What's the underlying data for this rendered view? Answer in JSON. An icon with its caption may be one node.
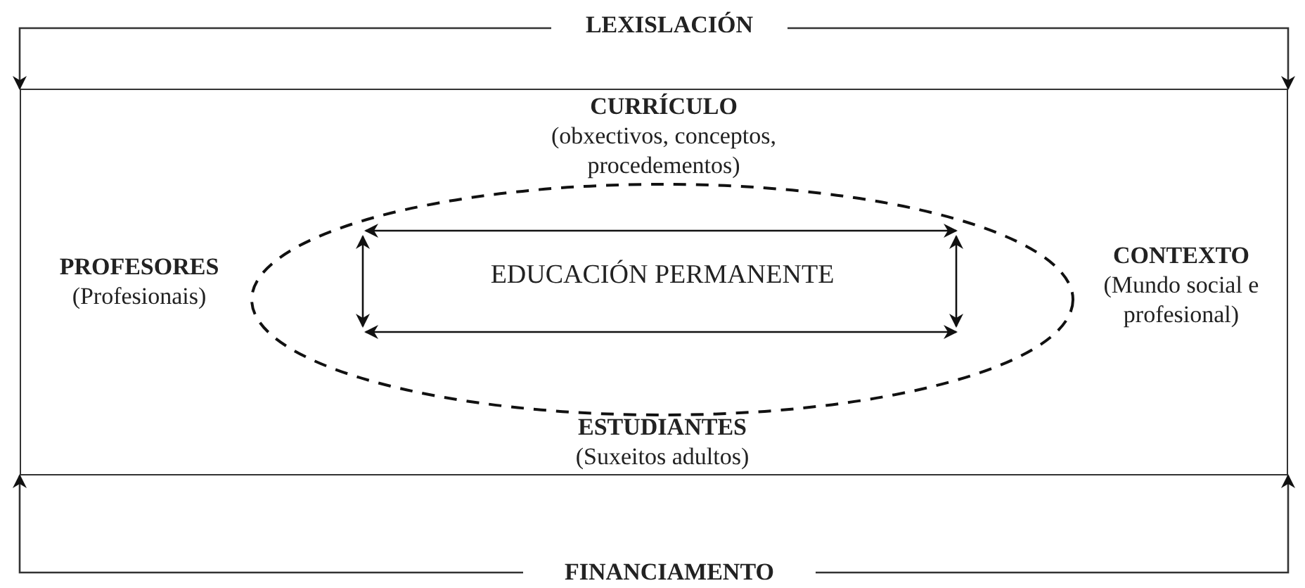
{
  "diagram": {
    "nodes": [
      {
        "text": [],
        "shape": "box"
      },
      {
        "text": [
          "LEXISLACIÓN"
        ]
      },
      {
        "text": [],
        "shape": "ellipse",
        "in": 0
      },
      {
        "text": [
          "CURRÍCULO",
          "(obxectivos, conceptos, procedementos)"
        ],
        "in": 0
      },
      {
        "text": [
          "PROFESORES",
          "(Profesionais)"
        ],
        "in": 0
      },
      {
        "text": [
          "EDUCACIÓN PERMANENTE"
        ],
        "in": 2
      },
      {
        "text": [
          "CONTEXTO",
          "(Mundo social e profesional)"
        ],
        "in": 0
      },
      {
        "text": [
          "ESTUDIANTES",
          "(Suxeitos adultos)"
        ],
        "in": 0
      },
      {
        "text": [
          "FINANCIAMENTO"
        ]
      }
    ],
    "edges": [
      {
        "from": 1,
        "to": 0,
        "arrow": "to"
      },
      {
        "from": 1,
        "to": 0,
        "arrow": "to"
      },
      {
        "from": 8,
        "to": 0,
        "arrow": "to"
      },
      {
        "from": 8,
        "to": 0,
        "arrow": "to"
      }
    ]
  }
}
